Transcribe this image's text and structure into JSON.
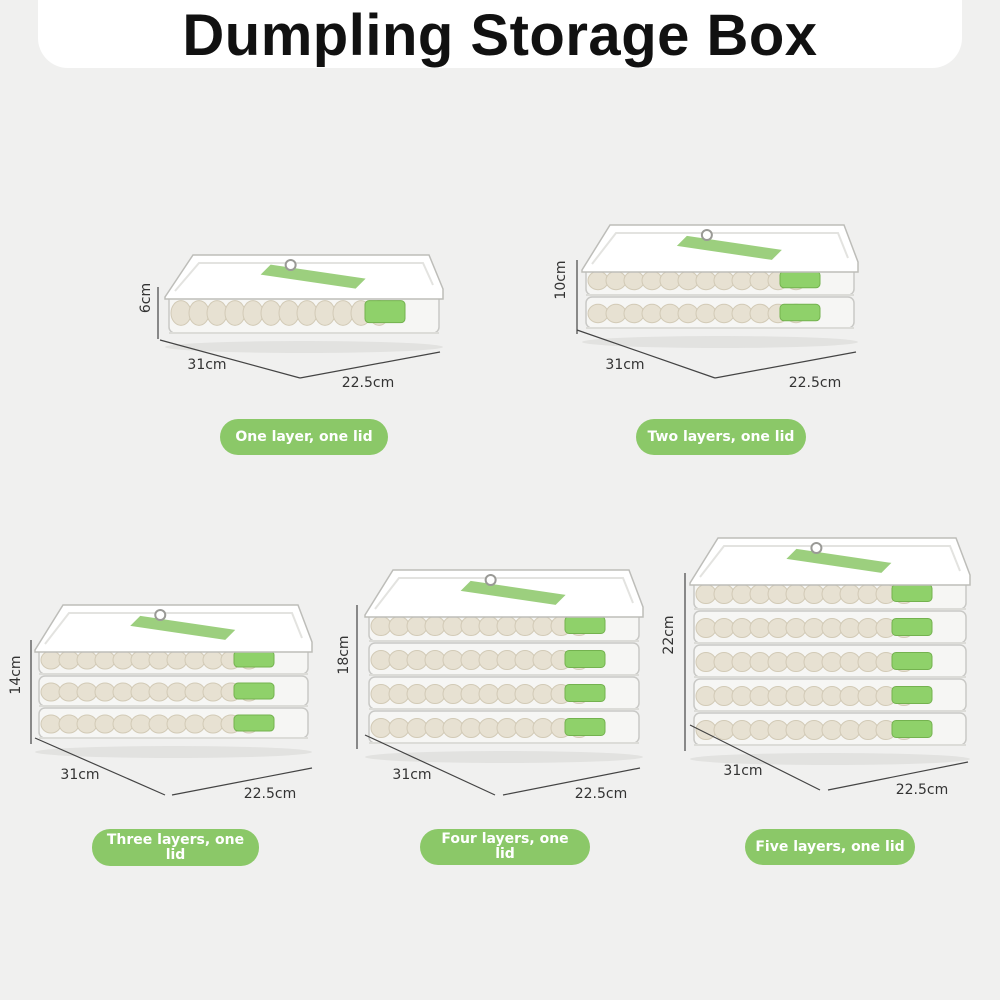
{
  "title": "Dumpling Storage Box",
  "colors": {
    "accent_green": "#8bc868",
    "latch_green": "#8fd16a",
    "background": "#f0f0ef"
  },
  "products": [
    {
      "layers": 1,
      "label": "One layer, one lid",
      "height": "6cm",
      "length": "31cm",
      "width": "22.5cm"
    },
    {
      "layers": 2,
      "label": "Two layers, one lid",
      "height": "10cm",
      "length": "31cm",
      "width": "22.5cm"
    },
    {
      "layers": 3,
      "label": "Three layers, one lid",
      "height": "14cm",
      "length": "31cm",
      "width": "22.5cm"
    },
    {
      "layers": 4,
      "label": "Four layers, one lid",
      "height": "18cm",
      "length": "31cm",
      "width": "22.5cm"
    },
    {
      "layers": 5,
      "label": "Five layers, one lid",
      "height": "22cm",
      "length": "31cm",
      "width": "22.5cm"
    }
  ]
}
